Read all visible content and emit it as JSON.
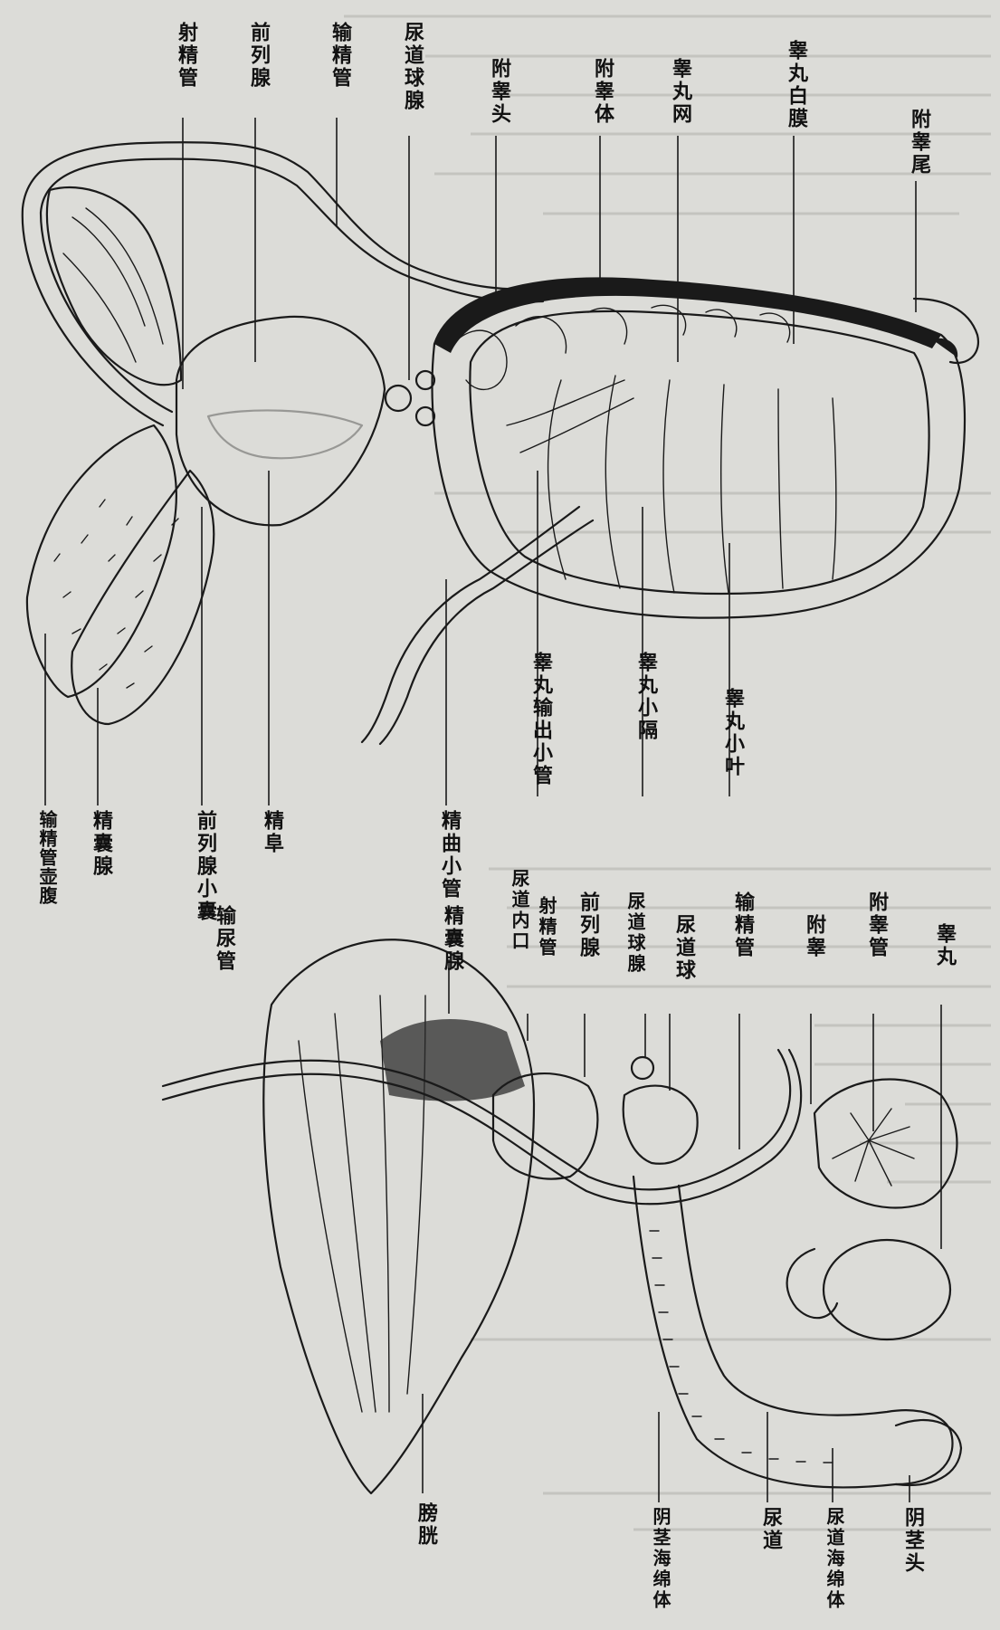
{
  "figure_top": {
    "labels": [
      {
        "id": "ejaculatory-duct",
        "text": "射精管"
      },
      {
        "id": "prostate",
        "text": "前列腺"
      },
      {
        "id": "vas-deferens",
        "text": "输精管"
      },
      {
        "id": "bulbourethral-gland",
        "text": "尿道球腺"
      },
      {
        "id": "epididymis-head",
        "text": "附睾头"
      },
      {
        "id": "epididymis-body",
        "text": "附睾体"
      },
      {
        "id": "rete-testis",
        "text": "睾丸网"
      },
      {
        "id": "tunica-albuginea",
        "text": "睾丸白膜"
      },
      {
        "id": "epididymis-tail",
        "text": "附睾尾"
      },
      {
        "id": "ampulla-of-vas",
        "text": "输精管壶腹"
      },
      {
        "id": "seminal-vesicle",
        "text": "精囊腺"
      },
      {
        "id": "prostatic-utricle",
        "text": "前列腺小囊"
      },
      {
        "id": "seminal-colliculus",
        "text": "精阜"
      },
      {
        "id": "prostatic-urethra",
        "text": "输尿管"
      },
      {
        "id": "seminiferous-tubule",
        "text": "精曲小管"
      },
      {
        "id": "efferent-ductules",
        "text": "睾丸输出小管"
      },
      {
        "id": "testis-septum",
        "text": "睾丸小隔"
      },
      {
        "id": "testis-lobule",
        "text": "睾丸小叶"
      }
    ]
  },
  "figure_bottom": {
    "labels": [
      {
        "id": "seminal-vesicle-2",
        "text": "精囊腺"
      },
      {
        "id": "urethral-orifice",
        "text": "尿道内口"
      },
      {
        "id": "ejaculatory-duct-2",
        "text": "射精管"
      },
      {
        "id": "prostate-2",
        "text": "前列腺"
      },
      {
        "id": "bulbourethral-gland-2",
        "text": "尿道球腺"
      },
      {
        "id": "urethral-bulb",
        "text": "尿道球"
      },
      {
        "id": "vas-deferens-2",
        "text": "输精管"
      },
      {
        "id": "epididymis",
        "text": "附睾"
      },
      {
        "id": "epididymal-duct",
        "text": "附睾管"
      },
      {
        "id": "testis",
        "text": "睾丸"
      },
      {
        "id": "bladder",
        "text": "膀胱"
      },
      {
        "id": "corpus-cavernosum-penis",
        "text": "阴茎海绵体"
      },
      {
        "id": "urethra",
        "text": "尿道"
      },
      {
        "id": "corpus-spongiosum",
        "text": "尿道海绵体"
      },
      {
        "id": "glans-penis",
        "text": "阴茎头"
      }
    ]
  },
  "colors": {
    "paper": "#dcdcd8",
    "ink": "#1a1a1a",
    "bleed": "#c4c4bf"
  }
}
